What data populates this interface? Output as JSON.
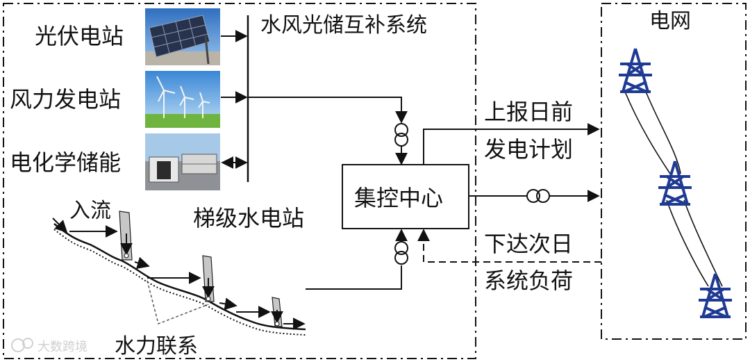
{
  "system_box": {
    "title": "水风光储互补系统"
  },
  "grid_box": {
    "title": "电网"
  },
  "sources": {
    "pv": "光伏电站",
    "wind": "风力发电站",
    "storage": "电化学储能"
  },
  "hydro": {
    "station_label": "梯级水电站",
    "inflow_label": "入流",
    "link_label": "水力联系"
  },
  "control_center": {
    "label": "集控中心"
  },
  "flows": {
    "report_line1": "上报日前",
    "report_line2": "发电计划",
    "issue_line1": "下达次日",
    "issue_line2": "系统负荷"
  },
  "watermark": {
    "text": "大数跨境"
  },
  "colors": {
    "line": "#111111",
    "tower": "#1f3a93",
    "sky_blue": "#4a8fd6",
    "grass": "#7cc04a",
    "panel": "#2b3550"
  },
  "icons": [
    "solar-panel-photo",
    "wind-farm-photo",
    "battery-storage-photo",
    "transmission-tower-icon",
    "transformer-icon"
  ]
}
